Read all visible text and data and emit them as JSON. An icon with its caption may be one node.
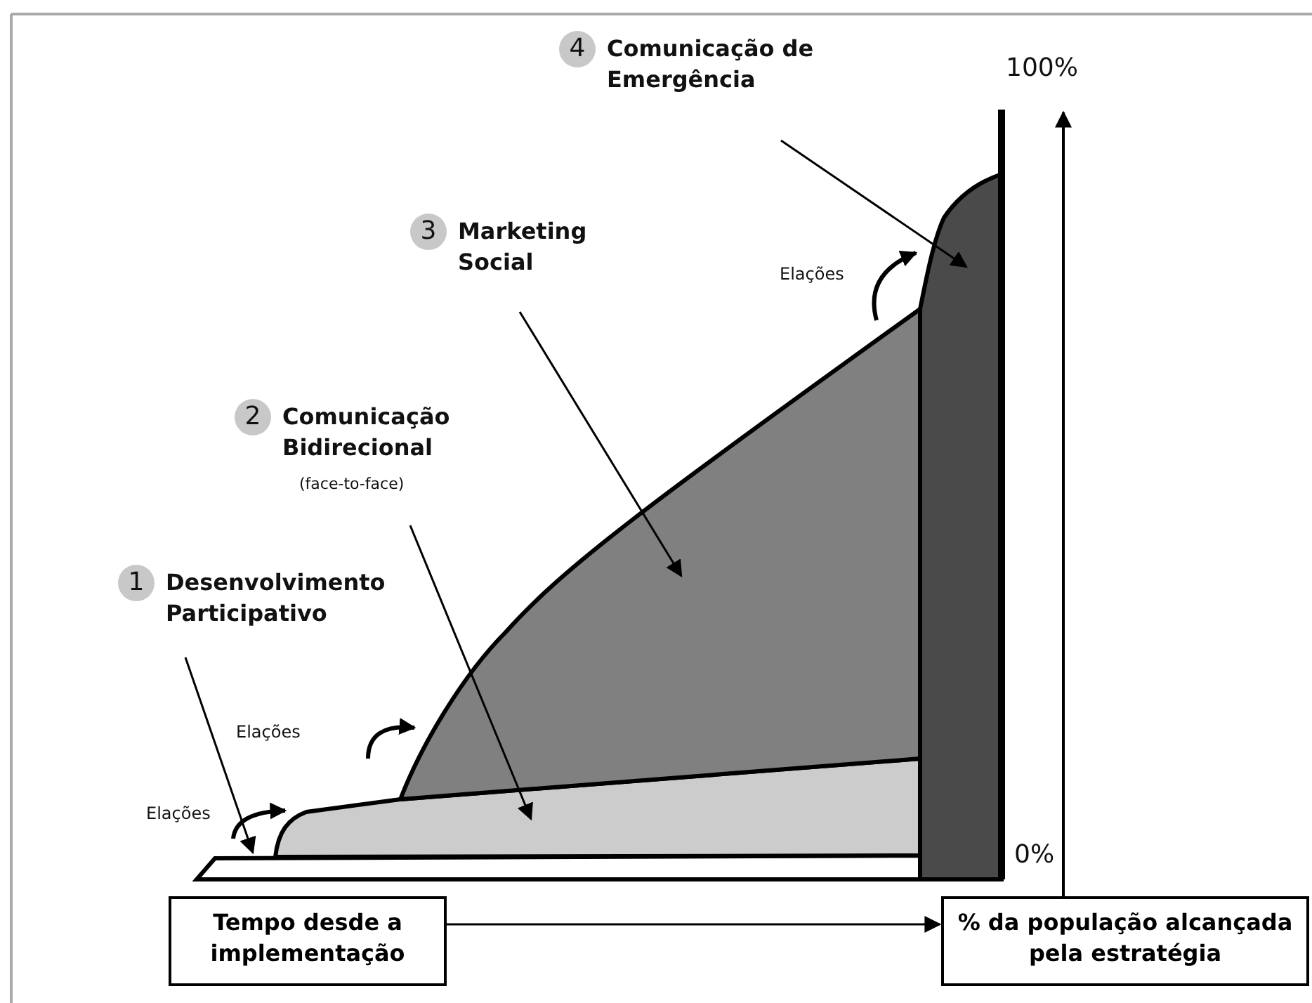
{
  "diagram": {
    "nodes": [
      {
        "text": [
          "1",
          "Desenvolvimento Participativo"
        ]
      },
      {
        "text": [
          "2",
          "Comunicação Bidirecional",
          "(face-to-face)"
        ]
      },
      {
        "text": [
          "3",
          "Marketing Social"
        ]
      },
      {
        "text": [
          "4",
          "Comunicação de Emergência"
        ]
      },
      {
        "text": [],
        "shape": "bar"
      },
      {
        "text": [],
        "shape": "box"
      },
      {
        "text": [],
        "shape": "box"
      },
      {
        "text": [],
        "shape": "bar"
      },
      {
        "text": [
          "Tempo desde a implementação"
        ]
      },
      {
        "text": [
          "% da população alcançada pela estratégia"
        ]
      }
    ],
    "edges": [
      {
        "from": 0,
        "to": 4,
        "arrow": "to"
      },
      {
        "from": 1,
        "to": 5,
        "arrow": "to"
      },
      {
        "from": 2,
        "to": 6,
        "arrow": "to"
      },
      {
        "from": 3,
        "to": 7,
        "arrow": "to"
      },
      {
        "from": 8,
        "to": 9,
        "arrow": "to"
      }
    ],
    "labels": [
      "Elações",
      "Elações",
      "Elações",
      "100%",
      "0%"
    ]
  }
}
